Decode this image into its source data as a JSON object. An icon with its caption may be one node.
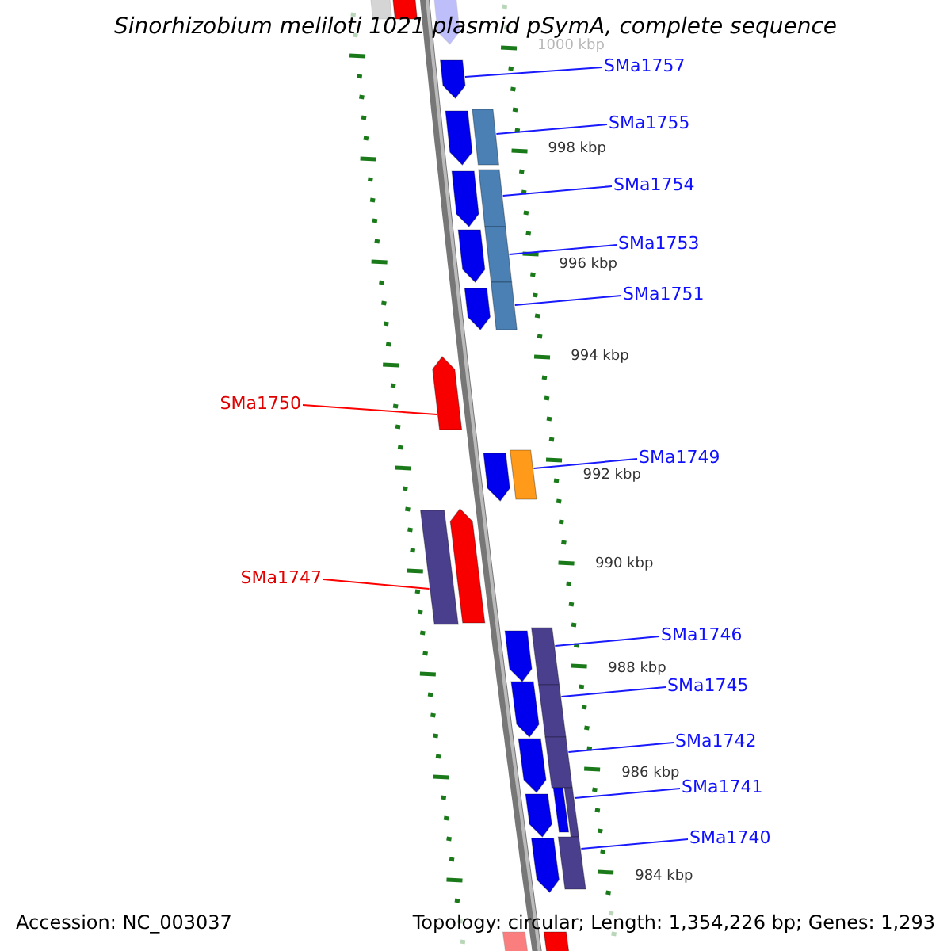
{
  "diagram": {
    "title": "Sinorhizobium meliloti 1021 plasmid pSymA, complete sequence",
    "nodes": [
      {
        "text": [
          "SMa1757"
        ]
      },
      {
        "text": [],
        "shape": "bar"
      },
      {
        "text": [
          "SMa1755"
        ]
      },
      {
        "text": [],
        "shape": "bar"
      },
      {
        "text": [
          "SMa1754"
        ]
      },
      {
        "text": [],
        "shape": "bar"
      },
      {
        "text": [
          "SMa1753"
        ]
      },
      {
        "text": [],
        "shape": "bar"
      },
      {
        "text": [
          "SMa1751"
        ]
      },
      {
        "text": [],
        "shape": "bar"
      },
      {
        "text": [
          "SMa1750"
        ]
      },
      {
        "text": [],
        "shape": "bar"
      },
      {
        "text": [
          "SMa1749"
        ]
      },
      {
        "text": [],
        "shape": "bar"
      },
      {
        "text": [
          "SMa1747"
        ]
      },
      {
        "text": [],
        "shape": "bar"
      },
      {
        "text": [
          "SMa1746"
        ]
      },
      {
        "text": [],
        "shape": "bar"
      },
      {
        "text": [
          "SMa1745"
        ]
      },
      {
        "text": [],
        "shape": "bar"
      },
      {
        "text": [
          "SMa1742"
        ]
      },
      {
        "text": [],
        "shape": "bar"
      },
      {
        "text": [
          "SMa1741"
        ]
      },
      {
        "text": [],
        "shape": "bar"
      },
      {
        "text": [
          "SMa1740"
        ]
      },
      {
        "text": [],
        "shape": "bar"
      },
      {
        "text": [],
        "shape": "bar"
      },
      {
        "text": [],
        "shape": "bar"
      },
      {
        "text": [],
        "shape": "bar"
      },
      {
        "text": [],
        "shape": "bar"
      },
      {
        "text": [],
        "shape": "bar"
      },
      {
        "text": [],
        "shape": "bar"
      },
      {
        "text": [],
        "shape": "bar"
      },
      {
        "text": [],
        "shape": "bar"
      },
      {
        "text": [],
        "shape": "bar"
      },
      {
        "text": [],
        "shape": "bar"
      },
      {
        "text": [],
        "shape": "bar"
      },
      {
        "text": [],
        "shape": "bar"
      },
      {
        "text": [],
        "shape": "bar"
      },
      {
        "text": [],
        "shape": "bar"
      },
      {
        "text": [],
        "shape": "bar"
      },
      {
        "text": [],
        "shape": "bar"
      },
      {
        "text": [],
        "shape": "bar"
      }
    ],
    "edges": [
      {
        "from": 0,
        "to": 1,
        "arrow": "none"
      },
      {
        "from": 2,
        "to": 3,
        "arrow": "none"
      },
      {
        "from": 4,
        "to": 5,
        "arrow": "none"
      },
      {
        "from": 6,
        "to": 7,
        "arrow": "none"
      },
      {
        "from": 8,
        "to": 9,
        "arrow": "none"
      },
      {
        "from": 10,
        "to": 11,
        "arrow": "none",
        "color": "#ff0000"
      },
      {
        "from": 12,
        "to": 13,
        "arrow": "none"
      },
      {
        "from": 14,
        "to": 15,
        "arrow": "none",
        "color": "#ff0000"
      },
      {
        "from": 16,
        "to": 17,
        "arrow": "none"
      },
      {
        "from": 18,
        "to": 19,
        "arrow": "none"
      },
      {
        "from": 20,
        "to": 21,
        "arrow": "none"
      },
      {
        "from": 22,
        "to": 23,
        "arrow": "none"
      },
      {
        "from": 24,
        "to": 25,
        "arrow": "none"
      }
    ],
    "labels": [
      "1000 kbp",
      "998 kbp",
      "996 kbp",
      "994 kbp",
      "992 kbp",
      "990 kbp",
      "988 kbp",
      "986 kbp",
      "984 kbp",
      "Accession: NC_003037",
      "Topology: circular; Length: 1,354,226 bp; Genes: 1,293"
    ]
  }
}
